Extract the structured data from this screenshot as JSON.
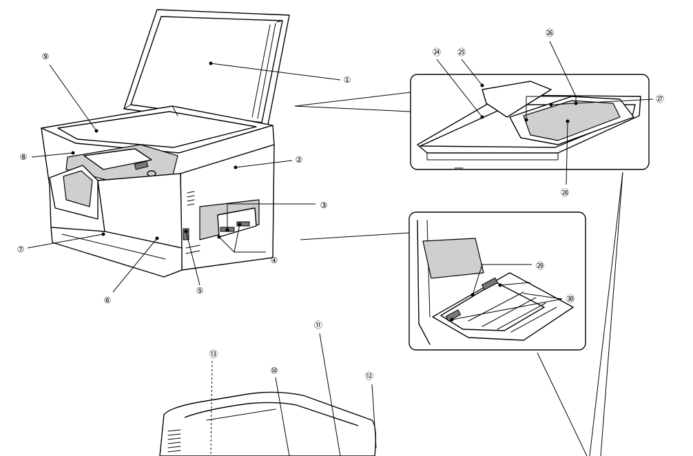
{
  "callouts": [
    {
      "id": "c1",
      "label": "①"
    },
    {
      "id": "c2",
      "label": "②"
    },
    {
      "id": "c3",
      "label": "③"
    },
    {
      "id": "c4",
      "label": "④"
    },
    {
      "id": "c5",
      "label": "⑤"
    },
    {
      "id": "c6",
      "label": "⑥"
    },
    {
      "id": "c7",
      "label": "⑦"
    },
    {
      "id": "c8",
      "label": "⑧"
    },
    {
      "id": "c9",
      "label": "⑨"
    },
    {
      "id": "c10",
      "label": "⑩"
    },
    {
      "id": "c11",
      "label": "⑪"
    },
    {
      "id": "c12",
      "label": "⑫"
    },
    {
      "id": "c13",
      "label": "⑬"
    },
    {
      "id": "c24",
      "label": "㉔"
    },
    {
      "id": "c25",
      "label": "㉕"
    },
    {
      "id": "c26",
      "label": "㉖"
    },
    {
      "id": "c27",
      "label": "㉗"
    },
    {
      "id": "c28",
      "label": "㉘"
    },
    {
      "id": "c29",
      "label": "㉙"
    },
    {
      "id": "c30",
      "label": "㉚"
    }
  ],
  "colors": {
    "ink": "#000000",
    "paper": "#ffffff",
    "shade": "#cfcfcf"
  }
}
